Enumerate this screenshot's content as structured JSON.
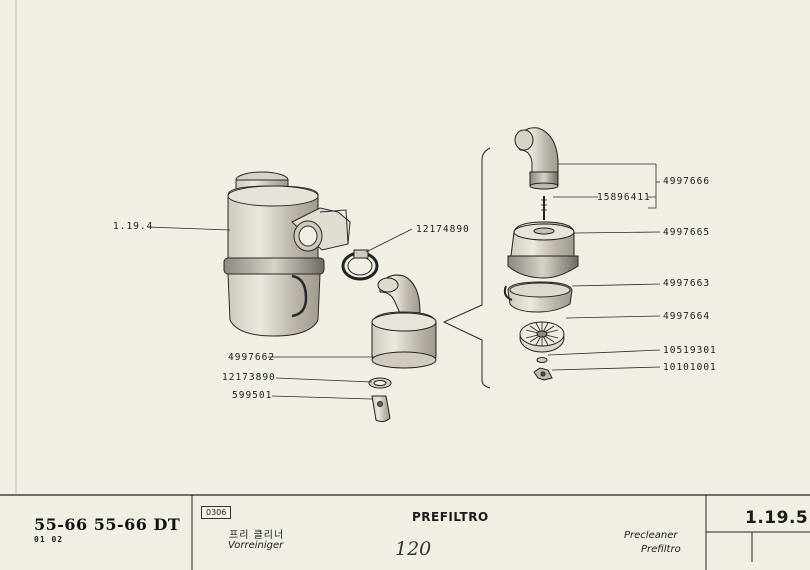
{
  "diagram": {
    "labels": {
      "assembly_ref": "1.19.4",
      "clamp_upper": "12174890",
      "prefilter_body": "4997662",
      "clamp_lower": "12173890",
      "support": "599501",
      "elbow_group": "4997666",
      "stud": "15896411",
      "cap": "4997665",
      "bowl": "4997663",
      "screen": "4997664",
      "washer": "10519301",
      "wing_nut": "10101001"
    }
  },
  "footer": {
    "models": "55-66  55-66 DT",
    "models_sub": "01  02",
    "code": "0306",
    "title_korean": "프리 클리너",
    "title_german": "Vorreiniger",
    "title_italian": "PREFILTRO",
    "handwritten_number": "120",
    "title_english": "Precleaner",
    "title_french": "Prefiltro",
    "page_ref": "1.19.5"
  },
  "colors": {
    "paper": "#f1eee4",
    "ink": "#1b1b1b"
  }
}
